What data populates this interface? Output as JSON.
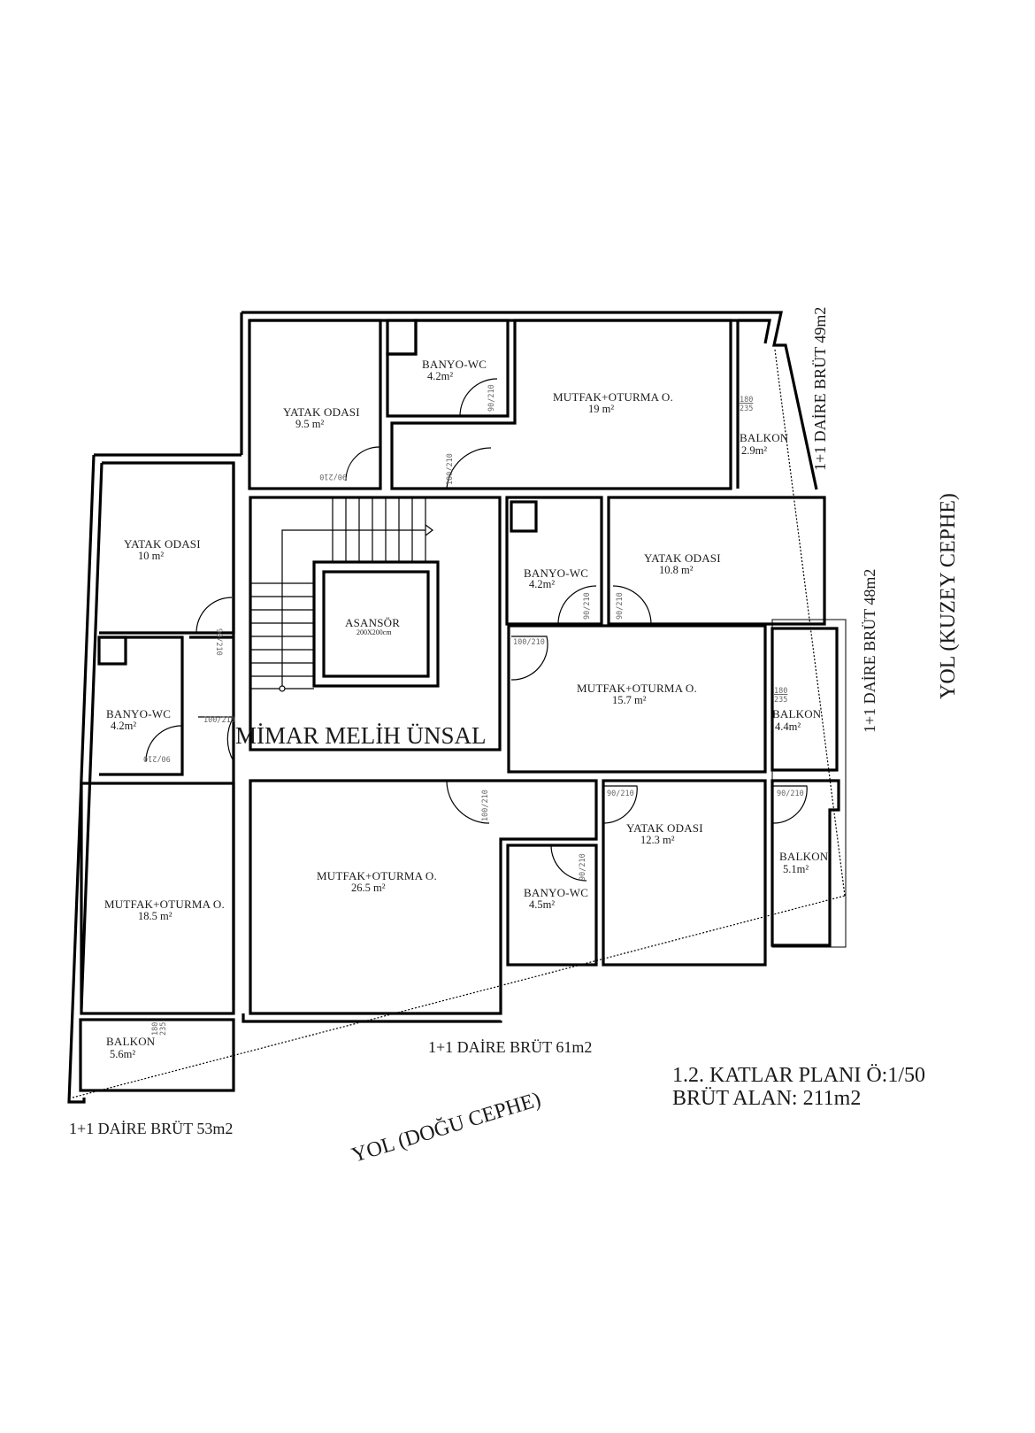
{
  "drawing": {
    "title_line1": "1.2. KATLAR PLANI Ö:1/50",
    "title_line2": "BRÜT ALAN: 211m2",
    "architect": "MİMAR MELİH ÜNSAL",
    "road_east": "YOL (DOĞU CEPHE)",
    "road_north": "YOL (KUZEY CEPHE)"
  },
  "apartments": [
    {
      "label": "1+1 DAİRE BRÜT 49m2"
    },
    {
      "label": "1+1 DAİRE BRÜT 48m2"
    },
    {
      "label": "1+1 DAİRE BRÜT 61m2"
    },
    {
      "label": "1+1 DAİRE BRÜT 53m2"
    }
  ],
  "rooms": [
    {
      "name": "YATAK ODASI",
      "area": "9.5 m²"
    },
    {
      "name": "BANYO-WC",
      "area": "4.2m²"
    },
    {
      "name": "MUTFAK+OTURMA O.",
      "area": "19 m²"
    },
    {
      "name": "BALKON",
      "area": "2.9m²"
    },
    {
      "name": "YATAK ODASI",
      "area": "10 m²"
    },
    {
      "name": "ASANSÖR",
      "area": "200X200cm"
    },
    {
      "name": "BANYO-WC",
      "area": "4.2m²"
    },
    {
      "name": "YATAK ODASI",
      "area": "10.8 m²"
    },
    {
      "name": "MUTFAK+OTURMA O.",
      "area": "15.7 m²"
    },
    {
      "name": "BALKON",
      "area": "4.4m²"
    },
    {
      "name": "BANYO-WC",
      "area": "4.2m²"
    },
    {
      "name": "MUTFAK+OTURMA O.",
      "area": "18.5 m²"
    },
    {
      "name": "MUTFAK+OTURMA O.",
      "area": "26.5 m²"
    },
    {
      "name": "BANYO-WC",
      "area": "4.5m²"
    },
    {
      "name": "YATAK ODASI",
      "area": "12.3 m²"
    },
    {
      "name": "BALKON",
      "area": "5.1m²"
    },
    {
      "name": "BALKON",
      "area": "5.6m²"
    }
  ],
  "doors": {
    "d90": "90/210",
    "d100": "100/210",
    "win_top": "180",
    "win_bottom": "235"
  }
}
